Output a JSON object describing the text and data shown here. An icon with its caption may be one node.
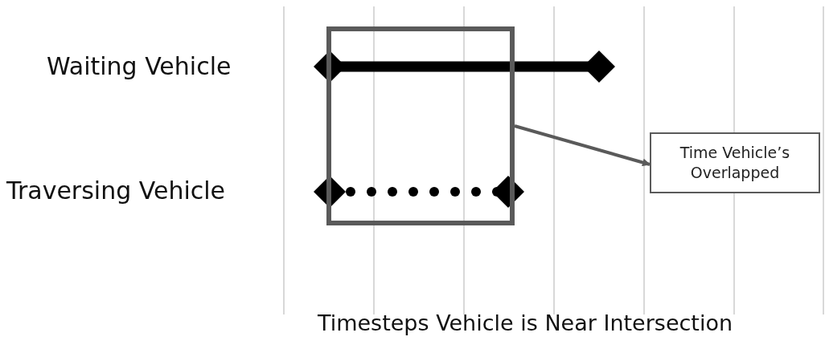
{
  "diagram": {
    "caption": "Timesteps Vehicle is Near Intersection",
    "nodes": [
      {
        "text": [],
        "shape": "box"
      },
      {
        "text": [
          "Time Vehicle’s Overlapped"
        ]
      }
    ],
    "edges": [
      {
        "from": 0,
        "to": 1,
        "arrow": "to"
      }
    ],
    "labels": [
      "Waiting Vehicle",
      "Traversing Vehicle"
    ]
  }
}
